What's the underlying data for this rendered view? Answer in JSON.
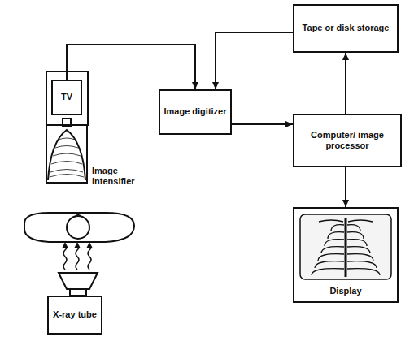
{
  "diagram": {
    "nodes": [
      {
        "text": [
          "TV"
        ]
      },
      {
        "text": [
          "Image digitizer"
        ]
      },
      {
        "text": [
          "Tape or disk storage"
        ]
      },
      {
        "text": [
          "Computer/ image processor"
        ]
      },
      {
        "text": [
          "X-ray tube"
        ]
      },
      {
        "text": [
          "Display"
        ]
      }
    ],
    "edges": [
      {
        "from": 0,
        "to": 1,
        "arrow": "to"
      },
      {
        "from": 2,
        "to": 1,
        "arrow": "to"
      },
      {
        "from": 1,
        "to": 3,
        "arrow": "to"
      },
      {
        "from": 3,
        "to": 2,
        "arrow": "to"
      },
      {
        "from": 3,
        "to": 5,
        "arrow": "to"
      }
    ],
    "labels": [
      "Image intensifier"
    ]
  }
}
